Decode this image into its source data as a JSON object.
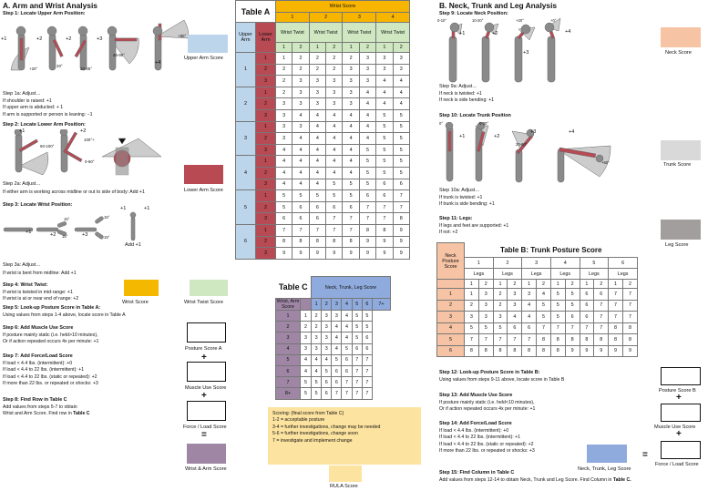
{
  "section_a": {
    "title": "A. Arm and Wrist Analysis",
    "step1": "Step 1: Locate Upper Arm Position:",
    "upper_arm_scores": [
      "+1",
      "+2",
      "+2",
      "+3",
      "+4"
    ],
    "upper_arm_angles": [
      "+20°",
      "20°",
      "20-45°",
      "45-90°",
      "+90°"
    ],
    "upper_arm_label": "Upper Arm Score",
    "step1a": "Step 1a: Adjust…",
    "step1a_lines": [
      "If shoulder is raised: +1",
      "If upper arm is abducted: + 1",
      "If arm is supported or person is leaning: −1"
    ],
    "step2": "Step 2: Locate Lower Arm Position:",
    "lower_arm_scores": [
      "+1",
      "+2"
    ],
    "lower_arm_angles": [
      "60-100°",
      "100°+",
      "0-60°"
    ],
    "lower_arm_label": "Lower Arm Score",
    "step2a": "Step 2a: Adjust…",
    "step2a_line": "If either arm is working across midline or out to side of body: Add +1",
    "step3": "Step 3: Locate Wrist Position:",
    "wrist_scores": [
      "+1",
      "+2",
      "+3",
      "+1",
      "+1"
    ],
    "wrist_angles": [
      "15°",
      "15°",
      "15°",
      "15°"
    ],
    "wrist_add": "Add +1",
    "step3a": "Step 3a: Adjust…",
    "step3a_line": "If wrist is bent from midline: Add +1",
    "wrist_label": "Wrist Score",
    "wrist_twist_label": "Wrist Twist Score",
    "step4": "Step 4: Wrist Twist:",
    "step4_lines": [
      "If wrist is twisted in mid-range: +1",
      "If wrist is at or near end of range: +2"
    ],
    "step5": "Step 5: Look-up Posture Score in Table A:",
    "step5_line": "Using values from steps 1-4 above, locate score in Table A",
    "posture_a_label": "Posture Score A",
    "step6": "Step 6: Add Muscle Use Score",
    "step6_lines": [
      "If posture mainly static (i.e. held>10 minutes),",
      "Or if action repeated occurs 4x per minute: +1"
    ],
    "muscle_label": "Muscle Use Score",
    "step7": "Step 7: Add Force/Load Score",
    "step7_lines": [
      "If load < 4.4 lbs. (intermittent): +0",
      "If load < 4.4 to 22 lbs. (intermittent): +1",
      "If load < 4.4 to 22 lbs. (static or repeated): +2",
      "If more than 22 lbs. or repeated or shocks: +3"
    ],
    "force_label": "Force / Load Score",
    "step8": "Step 8: Find Row in Table C",
    "step8_lines": [
      "Add values from steps 5-7 to obtain",
      "Wrist and Arm Score. Find row in "
    ],
    "step8_bold": "Table C",
    "wrist_arm_label": "Wrist & Arm Score",
    "plus": "+",
    "equals": "="
  },
  "table_a": {
    "title": "Table A",
    "wrist_score_header": "Wrist Score",
    "upper_arm": "Upper Arm",
    "lower_arm": "Lower Arm",
    "wrist_cols": [
      "1",
      "2",
      "3",
      "4"
    ],
    "twist_header": "Wrist Twist",
    "twist_cols": [
      "1",
      "2",
      "1",
      "2",
      "1",
      "2",
      "1",
      "2"
    ],
    "groups": [
      {
        "upper": "1",
        "rows": [
          [
            "1",
            "1",
            "2",
            "2",
            "2",
            "2",
            "3",
            "3",
            "3"
          ],
          [
            "2",
            "2",
            "2",
            "2",
            "2",
            "3",
            "3",
            "3",
            "3"
          ],
          [
            "3",
            "2",
            "3",
            "3",
            "3",
            "3",
            "3",
            "4",
            "4"
          ]
        ]
      },
      {
        "upper": "2",
        "rows": [
          [
            "1",
            "2",
            "3",
            "3",
            "3",
            "3",
            "4",
            "4",
            "4"
          ],
          [
            "2",
            "3",
            "3",
            "3",
            "3",
            "3",
            "4",
            "4",
            "4"
          ],
          [
            "3",
            "3",
            "4",
            "4",
            "4",
            "4",
            "4",
            "5",
            "5"
          ]
        ]
      },
      {
        "upper": "3",
        "rows": [
          [
            "1",
            "3",
            "3",
            "4",
            "4",
            "4",
            "4",
            "5",
            "5"
          ],
          [
            "2",
            "3",
            "4",
            "4",
            "4",
            "4",
            "4",
            "5",
            "5"
          ],
          [
            "3",
            "4",
            "4",
            "4",
            "4",
            "4",
            "5",
            "5",
            "5"
          ]
        ]
      },
      {
        "upper": "4",
        "rows": [
          [
            "1",
            "4",
            "4",
            "4",
            "4",
            "4",
            "5",
            "5",
            "5"
          ],
          [
            "2",
            "4",
            "4",
            "4",
            "4",
            "4",
            "5",
            "5",
            "5"
          ],
          [
            "3",
            "4",
            "4",
            "4",
            "5",
            "5",
            "5",
            "6",
            "6"
          ]
        ]
      },
      {
        "upper": "5",
        "rows": [
          [
            "1",
            "5",
            "5",
            "5",
            "5",
            "5",
            "6",
            "6",
            "7"
          ],
          [
            "2",
            "5",
            "6",
            "6",
            "6",
            "6",
            "7",
            "7",
            "7"
          ],
          [
            "3",
            "6",
            "6",
            "6",
            "7",
            "7",
            "7",
            "7",
            "8"
          ]
        ]
      },
      {
        "upper": "6",
        "rows": [
          [
            "1",
            "7",
            "7",
            "7",
            "7",
            "7",
            "8",
            "8",
            "9"
          ],
          [
            "2",
            "8",
            "8",
            "8",
            "8",
            "8",
            "9",
            "9",
            "9"
          ],
          [
            "3",
            "9",
            "9",
            "9",
            "9",
            "9",
            "9",
            "9",
            "9"
          ]
        ]
      }
    ]
  },
  "table_c": {
    "title": "Table C",
    "header": "Neck, Trunk, Leg Score",
    "cols": [
      "1",
      "2",
      "3",
      "4",
      "5",
      "6",
      "7+"
    ],
    "row_header": "Wrist, Arm Score",
    "rows": [
      [
        "1",
        "1",
        "2",
        "3",
        "3",
        "4",
        "5",
        "5"
      ],
      [
        "2",
        "2",
        "2",
        "3",
        "4",
        "4",
        "5",
        "5"
      ],
      [
        "3",
        "3",
        "3",
        "3",
        "4",
        "4",
        "5",
        "6"
      ],
      [
        "4",
        "3",
        "3",
        "3",
        "4",
        "5",
        "6",
        "6"
      ],
      [
        "5",
        "4",
        "4",
        "4",
        "5",
        "6",
        "7",
        "7"
      ],
      [
        "6",
        "4",
        "4",
        "5",
        "6",
        "6",
        "7",
        "7"
      ],
      [
        "7",
        "5",
        "5",
        "6",
        "6",
        "7",
        "7",
        "7"
      ],
      [
        "8+",
        "5",
        "5",
        "6",
        "7",
        "7",
        "7",
        "7"
      ]
    ]
  },
  "scoring": {
    "title": "Scoring: (final score from Table C)",
    "lines": [
      "1-2 = acceptable posture",
      "3-4 = further investigations, change may be needed",
      "5-6 = further investigations, change soon",
      "7     = investigate and implement change"
    ],
    "rula_label": "RULA Score"
  },
  "section_b": {
    "title": "B. Neck, Trunk and Leg Analysis",
    "step9": "Step 9: Locate Neck Position:",
    "neck_scores": [
      "+1",
      "+2",
      "+3",
      "+4"
    ],
    "neck_angles": [
      "0-10°",
      "10-20°",
      "+20°",
      "+0°"
    ],
    "neck_label": "Neck Score",
    "step9a": "Step 9a: Adjust…",
    "step9a_lines": [
      "If neck is twisted: +1",
      "If neck is side bending: +1"
    ],
    "step10": "Step 10: Locate Trunk Position",
    "trunk_scores": [
      "+1",
      "+2",
      "+3",
      "+4"
    ],
    "trunk_angles": [
      "0°",
      "0-20°",
      "20-60°",
      "+60°"
    ],
    "trunk_label": "Trunk Score",
    "step10a": "Step 10a: Adjust…",
    "step10a_lines": [
      "If trunk is twisted: +1",
      "If trunk is side bending: +1"
    ],
    "step11": "Step 11: Legs:",
    "step11_lines": [
      "If legs and feet are supported: +1",
      "If not: +2"
    ],
    "leg_label": "Leg Score",
    "step12": "Step 12: Look-up Posture Score in Table B:",
    "step12_line": "Using values from steps 9-11 above, locate score in Table B",
    "posture_b_label": "Posture Score B",
    "step13": "Step 13: Add Muscle Use Score",
    "step13_lines": [
      "If posture mainly static (i.e. held<10 minutes),",
      "Or if action repeated occurs 4x per minute: +1"
    ],
    "muscle_label": "Muscle Use Score",
    "step14": "Step 14: Add Force/Load Score",
    "step14_lines": [
      "If load < 4.4 lbs. (intermittent): +0",
      "If load < 4.4 to 22 lbs. (intermittent): +1",
      "If load < 4.4 to 22 lbs. (static or repeated): +2",
      "If more than 22 lbs. or repeated or shocks: +3"
    ],
    "force_label": "Force / Load Score",
    "ntl_label": "Neck, Trunk, Leg Score",
    "step15": "Step 15: Find Column in Table C",
    "step15_line": "Add values from steps 12-14 to obtain Neck, Trunk and Leg Score. Find Column in ",
    "step15_bold": "Table C.",
    "equals": "="
  },
  "table_b": {
    "title": "Table B: Trunk Posture Score",
    "neck_header": "Neck Posture Score",
    "trunk_cols": [
      "1",
      "2",
      "3",
      "4",
      "5",
      "6"
    ],
    "legs_header": "Legs",
    "leg_cols": [
      "1",
      "2",
      "1",
      "2",
      "1",
      "2",
      "1",
      "2",
      "1",
      "2",
      "1",
      "2"
    ],
    "rows": [
      [
        "1",
        "1",
        "3",
        "2",
        "3",
        "3",
        "4",
        "5",
        "5",
        "6",
        "6",
        "7",
        "7"
      ],
      [
        "2",
        "2",
        "3",
        "2",
        "3",
        "4",
        "5",
        "5",
        "5",
        "6",
        "7",
        "7",
        "7"
      ],
      [
        "3",
        "3",
        "3",
        "3",
        "4",
        "4",
        "5",
        "5",
        "6",
        "6",
        "7",
        "7",
        "7"
      ],
      [
        "4",
        "5",
        "5",
        "5",
        "6",
        "6",
        "7",
        "7",
        "7",
        "7",
        "7",
        "8",
        "8"
      ],
      [
        "5",
        "7",
        "7",
        "7",
        "7",
        "7",
        "8",
        "8",
        "8",
        "8",
        "8",
        "8",
        "8"
      ],
      [
        "6",
        "8",
        "8",
        "8",
        "8",
        "8",
        "8",
        "8",
        "9",
        "9",
        "9",
        "9",
        "9"
      ]
    ]
  },
  "colors": {
    "upper_arm": "#bcd5ea",
    "lower_arm": "#b84a54",
    "wrist": "#f5b800",
    "wrist_twist": "#cfe8c2",
    "wrist_arm": "#9e86a4",
    "rula": "#fde3a0",
    "neck": "#f6c4a4",
    "trunk": "#d9d9d9",
    "leg": "#a39e9e",
    "ntl": "#8faadc"
  }
}
